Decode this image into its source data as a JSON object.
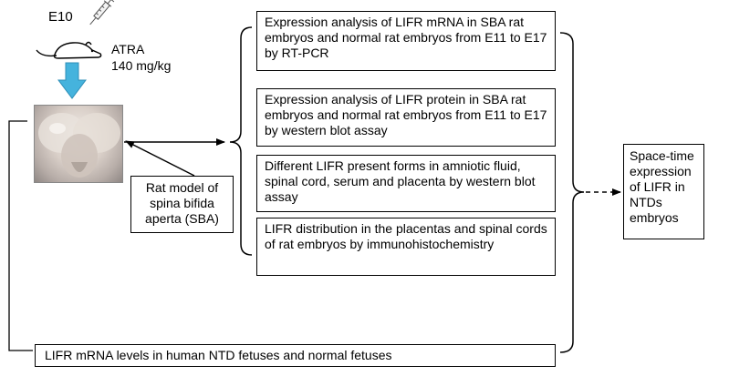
{
  "diagram": {
    "day_label": "E10",
    "drug_label": "ATRA",
    "dose_label": "140 mg/kg",
    "model_label": "Rat model of spina bifida aperta (SBA)",
    "experiments": [
      "Expression analysis of LIFR mRNA in SBA rat embryos and normal rat embryos from E11 to E17 by RT-PCR",
      "Expression analysis of LIFR protein in SBA rat embryos and normal rat embryos from E11 to E17 by western blot assay",
      "Different LIFR present forms in amniotic fluid, spinal cord, serum and placenta by western blot assay",
      "LIFR distribution in the placentas and spinal cords of rat embryos by immunohistochemistry"
    ],
    "human_study": "LIFR mRNA levels in human NTD fetuses and normal fetuses",
    "result": "Space-time expression of LIFR in NTDs embryos",
    "colors": {
      "arrow_fill": "#45b3dd",
      "arrow_stroke": "#2f8fb8",
      "line": "#000000"
    },
    "icons": [
      "syringe-icon",
      "rat-icon",
      "down-arrow-icon",
      "embryo-image"
    ]
  }
}
